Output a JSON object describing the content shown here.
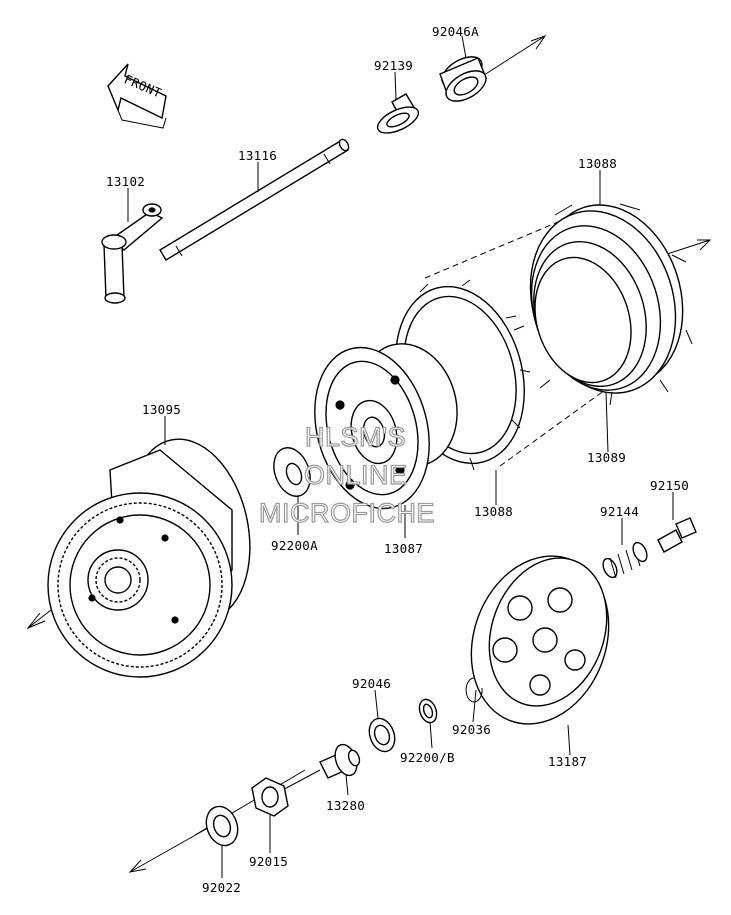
{
  "front_label": "FRONT",
  "parts": {
    "p92046A": "92046A",
    "p92139": "92139",
    "p13116": "13116",
    "p13102": "13102",
    "p13088_top": "13088",
    "p13089": "13089",
    "p13088_bottom": "13088",
    "p13095": "13095",
    "p92200A": "92200A",
    "p13087": "13087",
    "p92150": "92150",
    "p92144": "92144",
    "p92046": "92046",
    "p92200B": "92200/B",
    "p92036": "92036",
    "p13187": "13187",
    "p13280": "13280",
    "p92015": "92015",
    "p92022": "92022"
  },
  "watermark": {
    "line1": "HLSM'S",
    "line2": "ONLINE",
    "line3": "MICROFICHE"
  }
}
